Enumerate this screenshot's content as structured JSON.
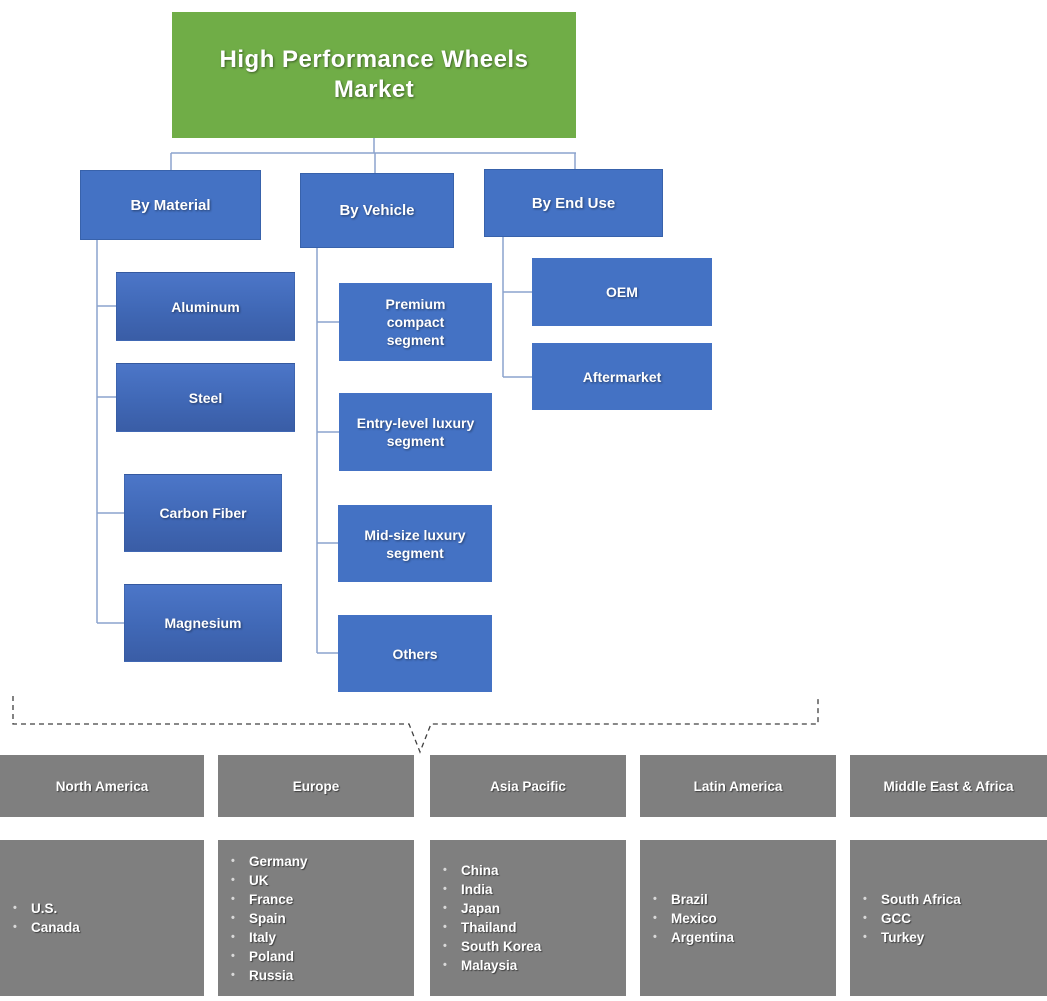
{
  "title": "High Performance Wheels Market",
  "tree": {
    "branches": [
      {
        "label": "By Material",
        "children": [
          "Aluminum",
          "Steel",
          "Carbon Fiber",
          "Magnesium"
        ]
      },
      {
        "label": "By Vehicle",
        "children": [
          "Premium compact segment",
          "Entry-level luxury segment",
          "Mid-size luxury segment",
          "Others"
        ]
      },
      {
        "label": "By End Use",
        "children": [
          "OEM",
          "Aftermarket"
        ]
      }
    ]
  },
  "regions": [
    {
      "name": "North America",
      "countries": [
        "U.S.",
        "Canada"
      ]
    },
    {
      "name": "Europe",
      "countries": [
        "Germany",
        "UK",
        "France",
        "Spain",
        "Italy",
        "Poland",
        "Russia"
      ]
    },
    {
      "name": "Asia Pacific",
      "countries": [
        "China",
        "India",
        "Japan",
        "Thailand",
        "South Korea",
        "Malaysia"
      ]
    },
    {
      "name": "Latin America",
      "countries": [
        "Brazil",
        "Mexico",
        "Argentina"
      ]
    },
    {
      "name": "Middle East & Africa",
      "countries": [
        "South Africa",
        "GCC",
        "Turkey"
      ]
    }
  ],
  "colors": {
    "header_green": "#70AD47",
    "node_blue": "#4472C4",
    "region_gray": "#7F7F7F",
    "connector_blue": "#8CA3CD",
    "dashed_line": "#404040",
    "text": "#FFFFFF"
  }
}
